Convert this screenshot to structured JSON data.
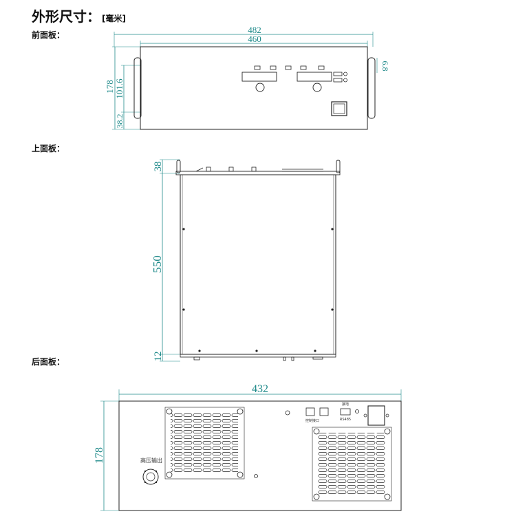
{
  "header": {
    "title": "外形尺寸：",
    "unit": "[毫米]"
  },
  "sections": {
    "front": "前面板：",
    "top": "上面板：",
    "rear": "后面板："
  },
  "front_dims": {
    "overall_width": "482",
    "body_width": "460",
    "height": "178",
    "upper": "101.6",
    "lower": "38.2",
    "handle": "6.8"
  },
  "top_dims": {
    "front_offset": "38",
    "depth": "550",
    "rear_offset": "12"
  },
  "rear_dims": {
    "width": "432",
    "height": "178"
  },
  "rear_labels": {
    "hv_output": "高压输出",
    "port1": "控制接口",
    "port2": "RS485",
    "port3": "接地"
  },
  "colors": {
    "dimension": "#1f8a8a",
    "line": "#222222"
  }
}
